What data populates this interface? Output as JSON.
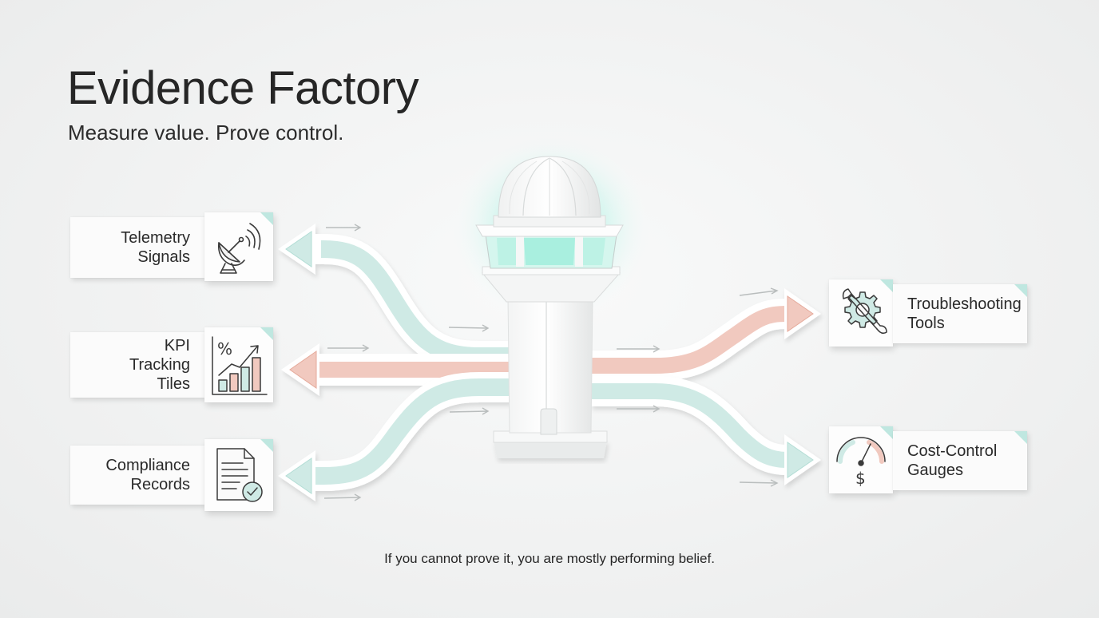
{
  "header": {
    "title": "Evidence Factory",
    "subtitle": "Measure value. Prove control."
  },
  "inputs": [
    {
      "label": "Telemetry\nSignals",
      "icon": "satellite-dish-icon",
      "flow": "teal"
    },
    {
      "label": "KPI\nTracking\nTiles",
      "icon": "bar-chart-percent-icon",
      "flow": "salmon"
    },
    {
      "label": "Compliance\nRecords",
      "icon": "document-check-icon",
      "flow": "teal"
    }
  ],
  "outputs": [
    {
      "label": "Troubleshooting\nTools",
      "icon": "gear-wrench-icon",
      "flow": "salmon"
    },
    {
      "label": "Cost-Control\nGauges",
      "icon": "gauge-dollar-icon",
      "flow": "teal"
    }
  ],
  "hub": {
    "icon": "control-tower-icon"
  },
  "footer": {
    "tagline": "If you cannot prove it, you are mostly performing belief."
  },
  "colors": {
    "teal": "#cfeae5",
    "teal_edge": "#b3ddd5",
    "salmon": "#f1c9bf",
    "salmon_edge": "#e5aa9b",
    "glow": "#8ff0dc",
    "text": "#262626"
  }
}
